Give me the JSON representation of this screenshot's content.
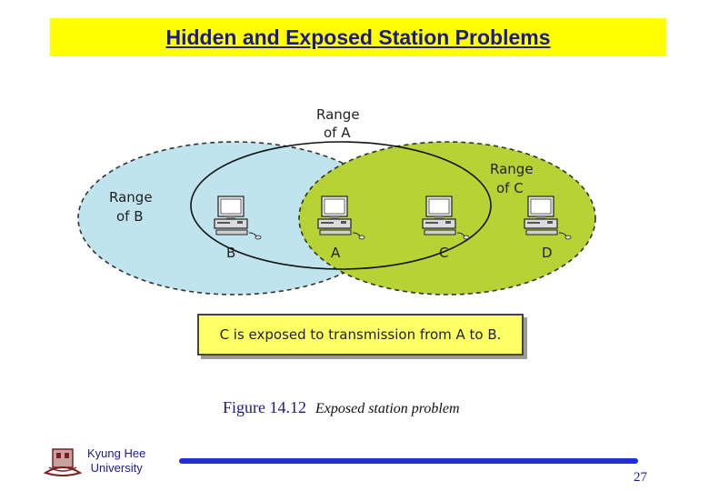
{
  "slide": {
    "title": "Hidden and Exposed Station Problems",
    "page_number": "27"
  },
  "diagram": {
    "range_a_label": [
      "Range",
      "of A"
    ],
    "range_b_label": [
      "Range",
      "of B"
    ],
    "range_c_label": [
      "Range",
      "of C"
    ],
    "stations": [
      "B",
      "A",
      "C",
      "D"
    ],
    "caption_box": "C is exposed to transmission from A to B.",
    "colors": {
      "range_b_fill": "#bfe4ee",
      "range_c_fill": "#b5d334",
      "caption_fill": "#ffff66",
      "title_bar": "#ffff00"
    }
  },
  "figure_caption": {
    "number": "Figure 14.12",
    "text": "Exposed station problem"
  },
  "footer": {
    "university": [
      "Kyung Hee",
      "University"
    ],
    "line_color": "#1f2fd0"
  }
}
